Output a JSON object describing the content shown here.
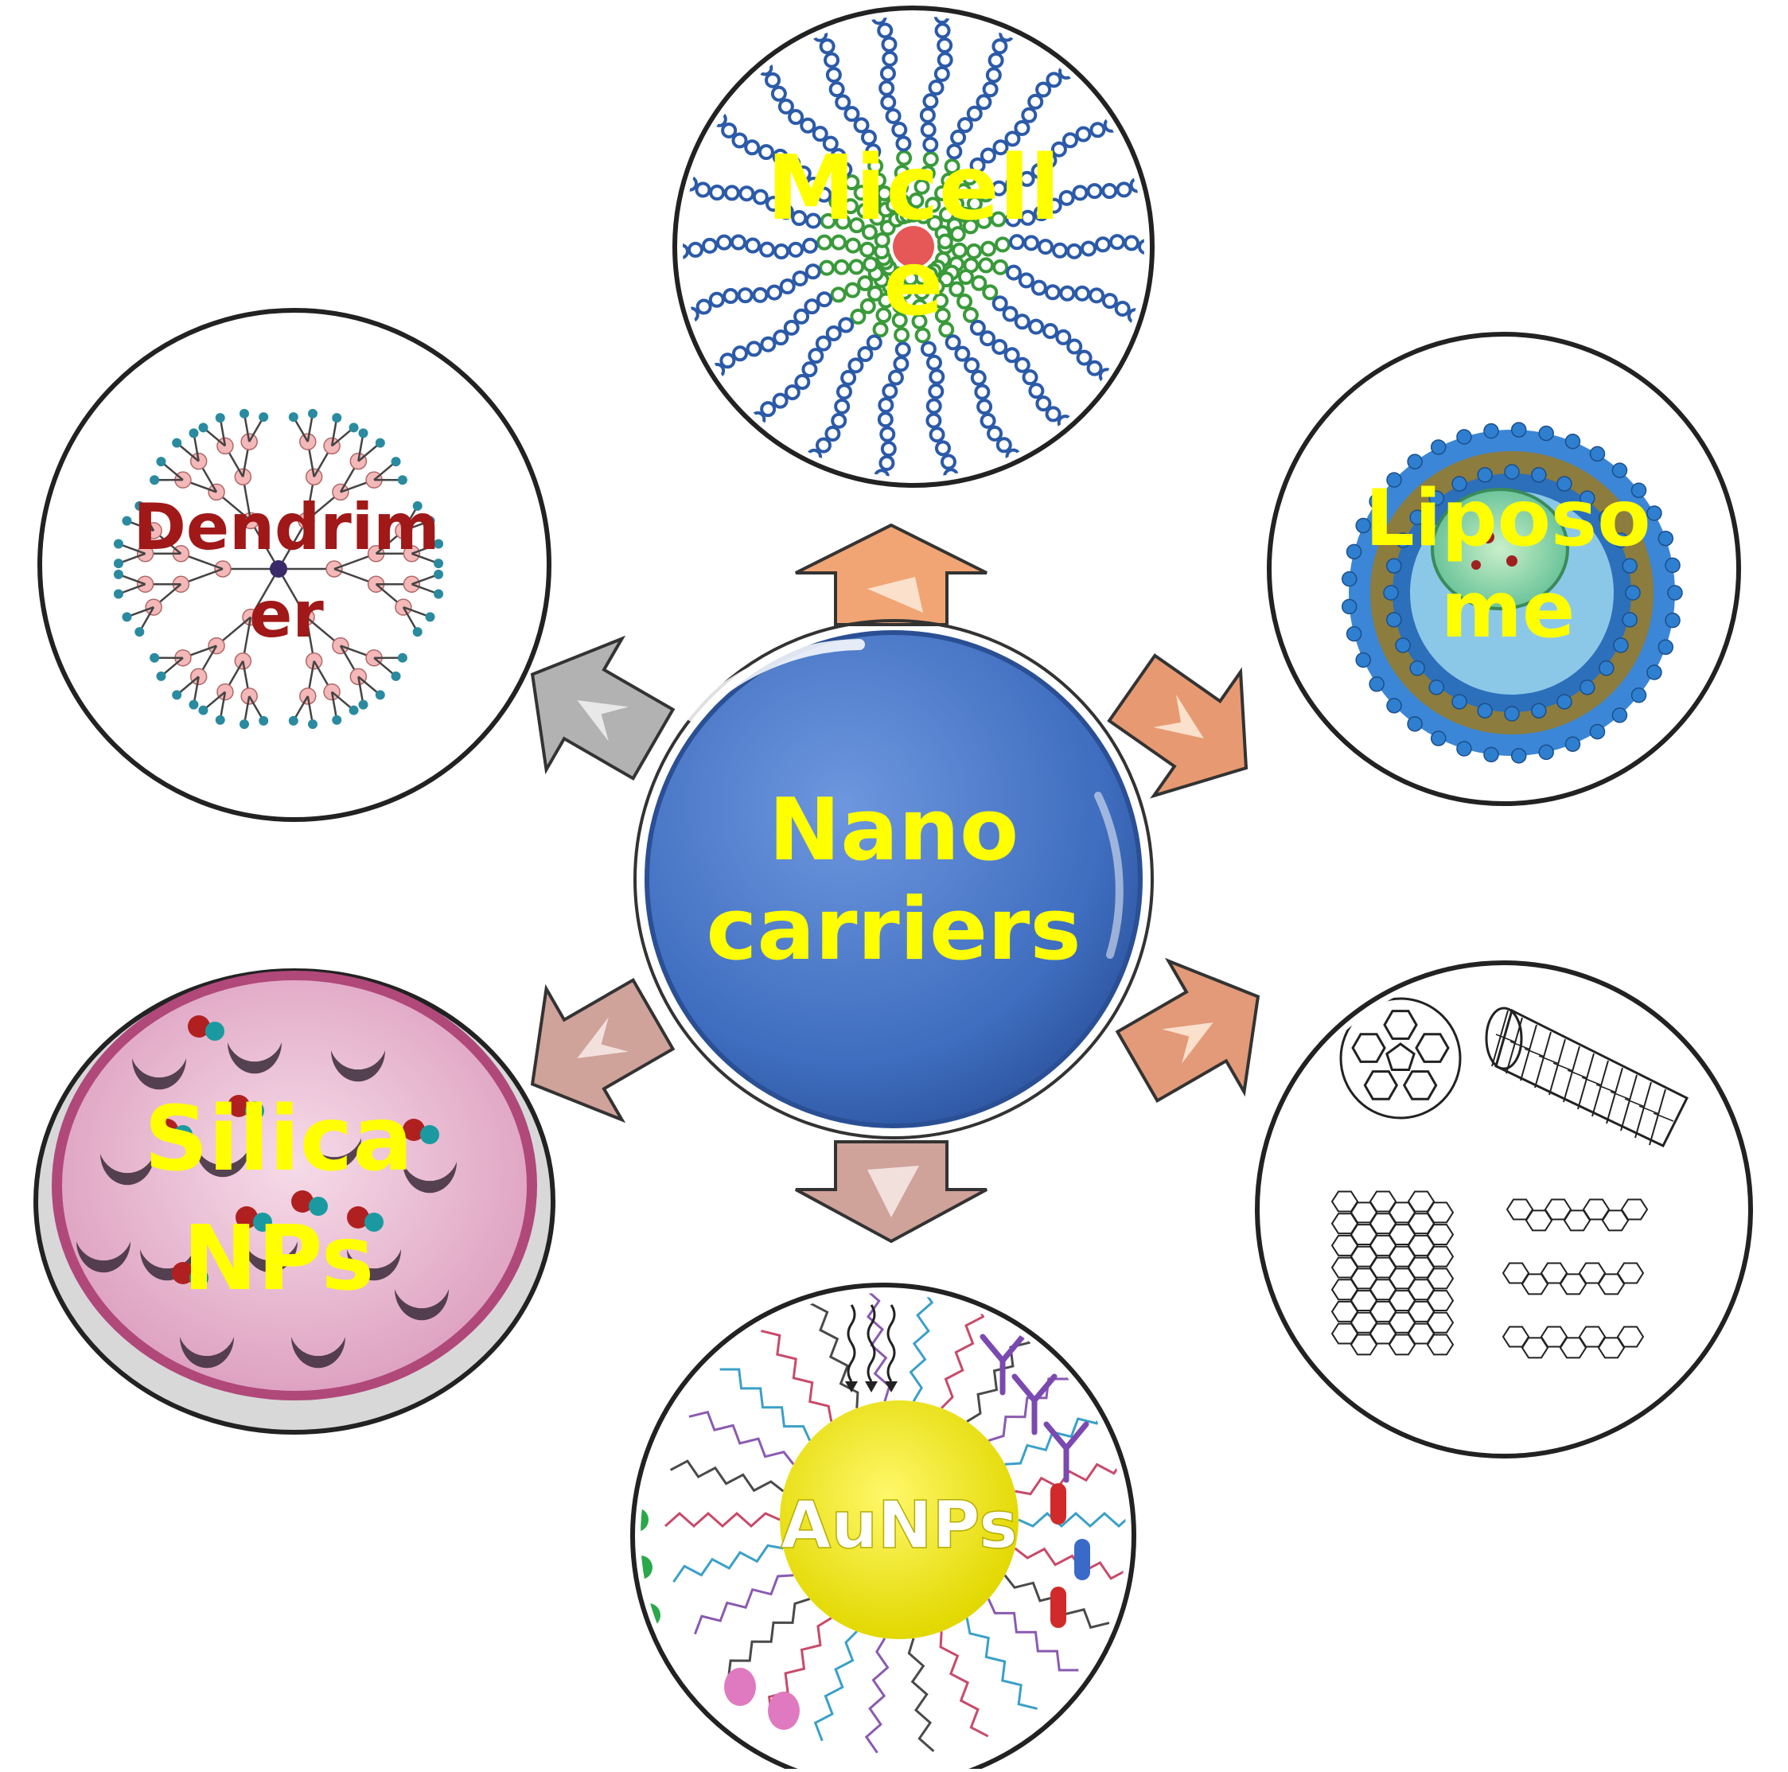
{
  "center": {
    "line1": "Nano",
    "line2": "carriers"
  },
  "carriers": [
    {
      "id": "micelle",
      "line1": "Micell",
      "line2": "e"
    },
    {
      "id": "liposome",
      "line1": "Liposo",
      "line2": "me"
    },
    {
      "id": "dendrimer",
      "line1": "Dendrim",
      "line2": "er"
    },
    {
      "id": "silica",
      "line1": "Silica",
      "line2": "NPs"
    },
    {
      "id": "aunps",
      "line1": "AuNPs",
      "line2": ""
    },
    {
      "id": "carbon",
      "line1": "",
      "line2": ""
    }
  ],
  "colors": {
    "center_fill": "#4a78c8",
    "center_text": "#ffff00",
    "label_yellow": "#ffff00",
    "label_darkred": "#a01818",
    "arrow_orange": "#e8894a",
    "arrow_gray": "#a8a8a8",
    "arrow_pink": "#c99a94",
    "arrow_salmon": "#e0936c",
    "micelle_blue": "#2b5aa8",
    "micelle_green": "#3a9a3a",
    "liposome_blue": "#2f7fd0",
    "liposome_gold": "#8a7a3a",
    "dendrimer_node": "#f4b8b8",
    "dendrimer_tip": "#2a8aa0",
    "silica_pink": "#e8b8d0",
    "silica_rim": "#b04a7a",
    "gold_np": "#f0e81a"
  },
  "icons": [
    "arrow-up-icon",
    "arrow-down-icon",
    "arrow-diagonal-icon",
    "fullerene-icon",
    "nanotube-icon",
    "graphene-icon"
  ]
}
